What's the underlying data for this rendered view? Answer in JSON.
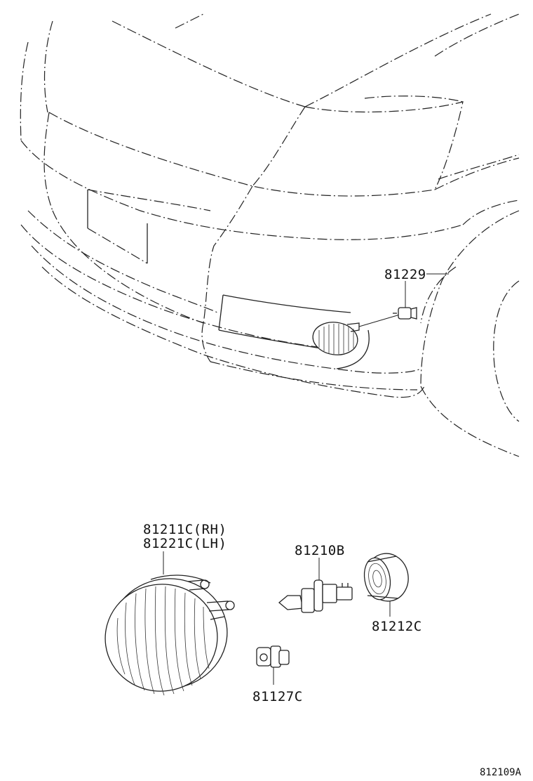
{
  "labels": {
    "p81229": "81229",
    "p81211c": "81211C(RH)",
    "p81221c": "81221C(LH)",
    "p81210b": "81210B",
    "p81212c": "81212C",
    "p81127c": "81127C"
  },
  "figure_code": "812109A"
}
